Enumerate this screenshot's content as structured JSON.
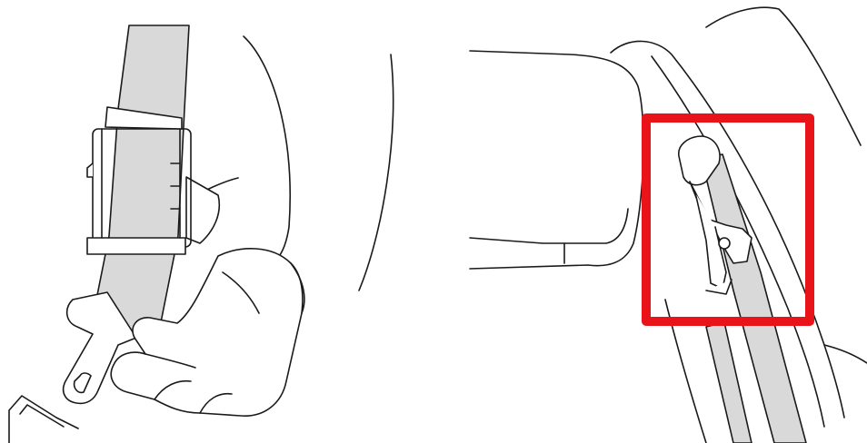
{
  "figure": {
    "panels": [
      {
        "id": "left",
        "subject": "hand-holding-seatbelt-latch-plate-with-belt-guide-clip"
      },
      {
        "id": "right",
        "subject": "seatbelt-guide-clip-attached-to-seat-belt-at-shoulder"
      }
    ],
    "colors": {
      "line": "#1a1a1a",
      "belt_fill": "#d9d9d9",
      "background": "#ffffff",
      "highlight": "#e8141a"
    },
    "highlight": {
      "shape": "rectangle",
      "panel": "right",
      "target": "guide-clip"
    }
  }
}
